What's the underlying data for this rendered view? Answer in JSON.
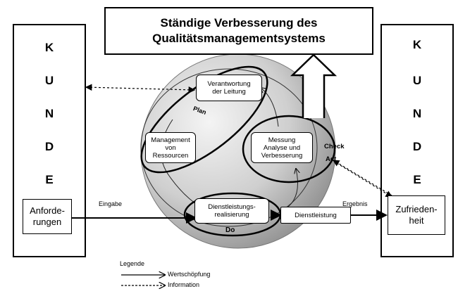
{
  "title": {
    "line1": "Ständige Verbesserung des",
    "line2": "Qualitätsmanagementsystems"
  },
  "left_customer": {
    "letters": [
      "K",
      "U",
      "N",
      "D",
      "E"
    ],
    "box_label": "Anforde-\nrungen"
  },
  "right_customer": {
    "letters": [
      "K",
      "U",
      "N",
      "D",
      "E"
    ],
    "box_label": "Zufrieden-\nheit"
  },
  "nodes": {
    "verantwortung": "Verantwortung\nder Leitung",
    "management": "Management\nvon\nRessourcen",
    "messung": "Messung\nAnalyse und\nVerbesserung",
    "realisierung": "Dienstleistungs-\nrealisierung",
    "dienstleistung": "Dienstleistung"
  },
  "cycle_labels": {
    "plan": "Plan",
    "check": "Check",
    "act": "Act",
    "do": "Do"
  },
  "flow_labels": {
    "eingabe": "Eingabe",
    "ergebnis": "Ergebnis"
  },
  "legend": {
    "title": "Legende",
    "items": [
      {
        "label": "Wertschöpfung",
        "style": "solid"
      },
      {
        "label": "Information",
        "style": "dashed"
      }
    ]
  },
  "colors": {
    "line": "#000000",
    "sphere_light": "#f2f2f2",
    "sphere_dark": "#9a9a9a",
    "background": "#ffffff"
  }
}
